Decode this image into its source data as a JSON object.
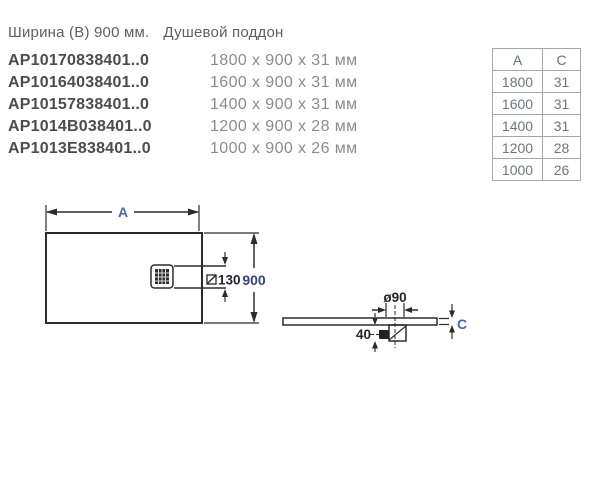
{
  "header": {
    "width_label": "Ширина (B) 900 мм.",
    "product_type": "Душевой поддон"
  },
  "products": [
    {
      "code": "AP10170838401..0",
      "size": "1800 x 900 x 31 мм"
    },
    {
      "code": "AP10164038401..0",
      "size": "1600 x 900 x 31 мм"
    },
    {
      "code": "AP10157838401..0",
      "size": "1400 x 900 x 31 мм"
    },
    {
      "code": "AP1014B038401..0",
      "size": "1200 x 900 x 28 мм"
    },
    {
      "code": "AP1013E838401..0",
      "size": "1000 x 900 x 26 мм"
    }
  ],
  "spec_table": {
    "headers": [
      "A",
      "C"
    ],
    "rows": [
      [
        "1800",
        "31"
      ],
      [
        "1600",
        "31"
      ],
      [
        "1400",
        "31"
      ],
      [
        "1200",
        "28"
      ],
      [
        "1000",
        "26"
      ]
    ]
  },
  "drawing": {
    "plan": {
      "width_label": "A",
      "depth_label": "900",
      "drain_label": "130"
    },
    "side": {
      "drain_diameter_label": "ø90",
      "drain_depth_label": "40",
      "thickness_label": "C"
    }
  },
  "colors": {
    "dimension_letter_blue": "#4868b0",
    "depth_value_blue": "#36427c",
    "dimension_value_dark": "#23252e",
    "drawing_line": "#2b2b2b",
    "code_text": "#4c4c4c",
    "size_text": "#8b8b8b",
    "table_border": "#a6a6a6"
  }
}
